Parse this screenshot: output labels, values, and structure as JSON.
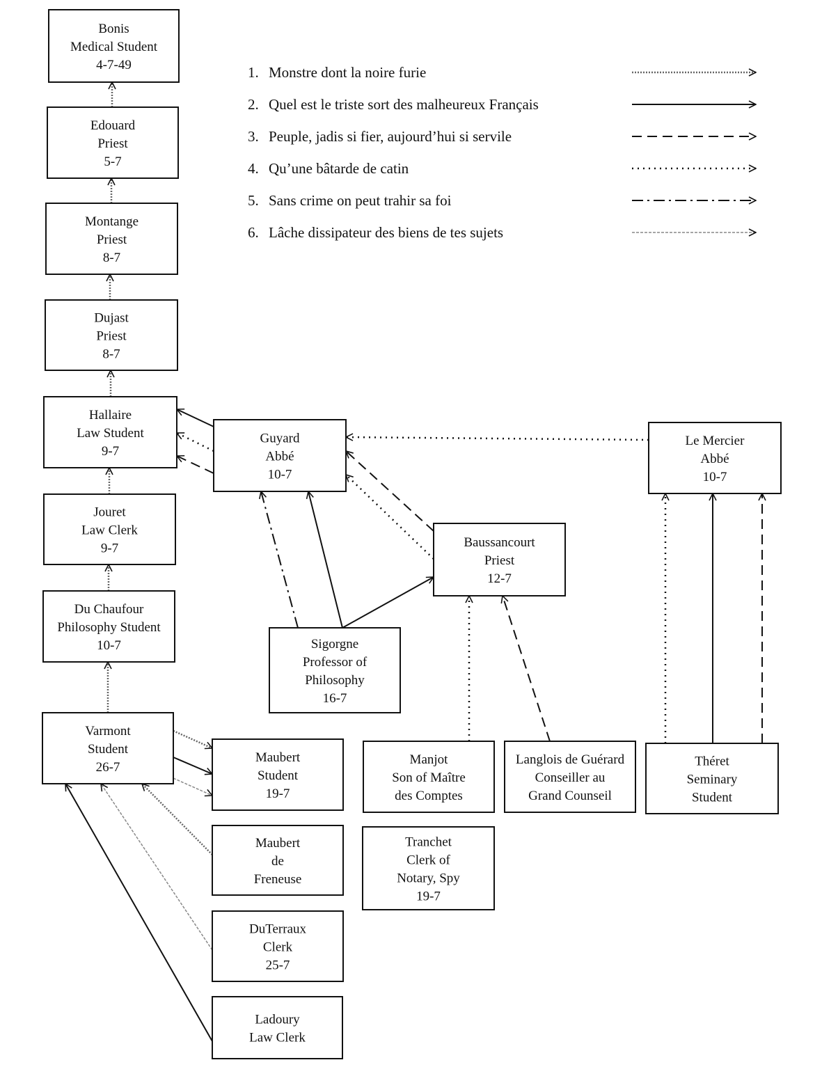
{
  "legend": [
    {
      "num": "1.",
      "text": "Monstre dont la noire furie",
      "style": "poem-1"
    },
    {
      "num": "2.",
      "text": "Quel est le triste sort des malheureux Français",
      "style": "poem-2"
    },
    {
      "num": "3.",
      "text": "Peuple, jadis si fier, aujourd’hui si servile",
      "style": "poem-3"
    },
    {
      "num": "4.",
      "text": "Qu’une bâtarde de catin",
      "style": "poem-4"
    },
    {
      "num": "5.",
      "text": "Sans crime on peut trahir sa foi",
      "style": "poem-5"
    },
    {
      "num": "6.",
      "text": "Lâche dissipateur des biens de tes sujets",
      "style": "poem-6"
    }
  ],
  "nodes": [
    {
      "id": "bonis",
      "lines": [
        "Bonis",
        "Medical Student",
        "4-7-49"
      ]
    },
    {
      "id": "edouard",
      "lines": [
        "Edouard",
        "Priest",
        "5-7"
      ]
    },
    {
      "id": "montange",
      "lines": [
        "Montange",
        "Priest",
        "8-7"
      ]
    },
    {
      "id": "dujast",
      "lines": [
        "Dujast",
        "Priest",
        "8-7"
      ]
    },
    {
      "id": "hallaire",
      "lines": [
        "Hallaire",
        "Law Student",
        "9-7"
      ]
    },
    {
      "id": "jouret",
      "lines": [
        "Jouret",
        "Law Clerk",
        "9-7"
      ]
    },
    {
      "id": "duchaufour",
      "lines": [
        "Du Chaufour",
        "Philosophy Student",
        "10-7"
      ]
    },
    {
      "id": "varmont",
      "lines": [
        "Varmont",
        "Student",
        "26-7"
      ]
    },
    {
      "id": "guyard",
      "lines": [
        "Guyard",
        "Abbé",
        "10-7"
      ]
    },
    {
      "id": "lemercier",
      "lines": [
        "Le Mercier",
        "Abbé",
        "10-7"
      ]
    },
    {
      "id": "baussancourt",
      "lines": [
        "Baussancourt",
        "Priest",
        "12-7"
      ]
    },
    {
      "id": "sigorgne",
      "lines": [
        "Sigorgne",
        "Professor of",
        "Philosophy",
        "16-7"
      ]
    },
    {
      "id": "maubert",
      "lines": [
        "Maubert",
        "Student",
        "19-7"
      ]
    },
    {
      "id": "maubertfreneuse",
      "lines": [
        "Maubert",
        "de",
        "Freneuse"
      ]
    },
    {
      "id": "duterraux",
      "lines": [
        "DuTerraux",
        "Clerk",
        "25-7"
      ]
    },
    {
      "id": "ladoury",
      "lines": [
        "Ladoury",
        "Law Clerk"
      ]
    },
    {
      "id": "manjot",
      "lines": [
        "Manjot",
        "Son of Maître",
        "des Comptes"
      ]
    },
    {
      "id": "tranchet",
      "lines": [
        "Tranchet",
        "Clerk of",
        "Notary, Spy",
        "19-7"
      ]
    },
    {
      "id": "langlois",
      "lines": [
        "Langlois de Guérard",
        "Conseiller au",
        "Grand Counseil"
      ]
    },
    {
      "id": "theret",
      "lines": [
        "Théret",
        "Seminary",
        "Student"
      ]
    }
  ],
  "edges": [
    {
      "from": "edouard",
      "to": "bonis",
      "poem": 1
    },
    {
      "from": "montange",
      "to": "edouard",
      "poem": 1
    },
    {
      "from": "dujast",
      "to": "montange",
      "poem": 1
    },
    {
      "from": "hallaire",
      "to": "dujast",
      "poem": 1
    },
    {
      "from": "jouret",
      "to": "hallaire",
      "poem": 1
    },
    {
      "from": "duchaufour",
      "to": "jouret",
      "poem": 1
    },
    {
      "from": "varmont",
      "to": "duchaufour",
      "poem": 1
    },
    {
      "from": "guyard",
      "to": "hallaire",
      "poem": 2
    },
    {
      "from": "guyard",
      "to": "hallaire",
      "poem": 4
    },
    {
      "from": "guyard",
      "to": "hallaire",
      "poem": 3
    },
    {
      "from": "lemercier",
      "to": "guyard",
      "poem": 4
    },
    {
      "from": "baussancourt",
      "to": "guyard",
      "poem": 3
    },
    {
      "from": "baussancourt",
      "to": "guyard",
      "poem": 4
    },
    {
      "from": "sigorgne",
      "to": "guyard",
      "poem": 5
    },
    {
      "from": "sigorgne",
      "to": "guyard",
      "poem": 2
    },
    {
      "from": "sigorgne",
      "to": "baussancourt",
      "poem": 2
    },
    {
      "from": "manjot",
      "to": "baussancourt",
      "poem": 4
    },
    {
      "from": "langlois",
      "to": "baussancourt",
      "poem": 3
    },
    {
      "from": "theret",
      "to": "lemercier",
      "poem": 4
    },
    {
      "from": "theret",
      "to": "lemercier",
      "poem": 2
    },
    {
      "from": "theret",
      "to": "lemercier",
      "poem": 3
    },
    {
      "from": "varmont",
      "to": "maubert",
      "poem": 1
    },
    {
      "from": "varmont",
      "to": "maubert",
      "poem": 2
    },
    {
      "from": "varmont",
      "to": "maubert",
      "poem": 6
    },
    {
      "from": "maubertfreneuse",
      "to": "varmont",
      "poem": 1
    },
    {
      "from": "duterraux",
      "to": "varmont",
      "poem": 6
    },
    {
      "from": "ladoury",
      "to": "varmont",
      "poem": 2
    }
  ]
}
